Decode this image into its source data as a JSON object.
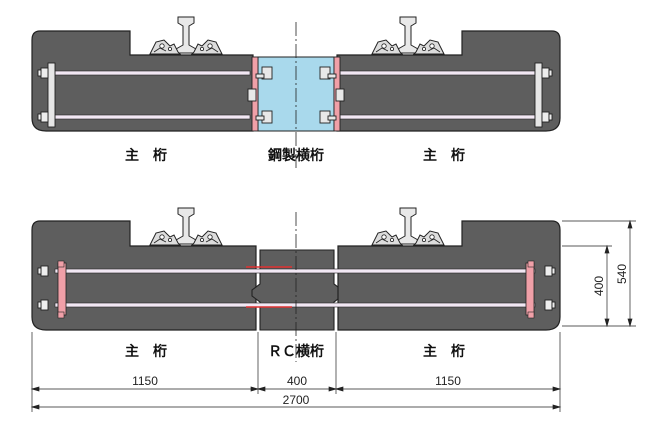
{
  "top_view": {
    "left_girder_label": "主　桁",
    "center_label": "鋼製横桁",
    "right_girder_label": "主　桁"
  },
  "bottom_view": {
    "left_girder_label": "主　桁",
    "center_label": "ＲＣ横桁",
    "right_girder_label": "主　桁"
  },
  "dimensions": {
    "left_span": "1150",
    "center_span": "400",
    "right_span": "1150",
    "total_width": "2700",
    "height_inner": "400",
    "height_total": "540"
  },
  "colors": {
    "concrete": "#5e5e5e",
    "concrete_dark": "#3e3e3e",
    "steel_crossbeam": "#a9d9ec",
    "plate_pink": "#f0a0a8",
    "tendon": "#f2e8f4",
    "rc_tendon_marker": "#e03030"
  },
  "icons": [
    "rail-icon",
    "rail-fastener-icon",
    "bolt-head-icon",
    "anchor-plate-icon"
  ]
}
